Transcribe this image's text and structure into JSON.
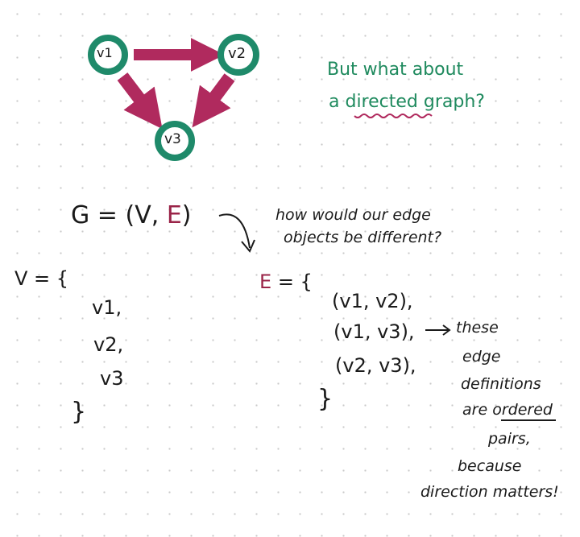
{
  "colors": {
    "node": "#1f8a6a",
    "edge": "#b02a5e",
    "question": "#1f8a5e",
    "edge_letter": "#9a2448"
  },
  "graph": {
    "nodes": [
      {
        "id": "v1",
        "label": "v1"
      },
      {
        "id": "v2",
        "label": "v2"
      },
      {
        "id": "v3",
        "label": "v3"
      }
    ],
    "edges": [
      {
        "from": "v1",
        "to": "v2"
      },
      {
        "from": "v1",
        "to": "v3"
      },
      {
        "from": "v2",
        "to": "v3"
      }
    ]
  },
  "question": {
    "line1": "But what about",
    "line2_a": "a",
    "line2_b": "directed",
    "line2_c": "graph?"
  },
  "definition": {
    "g": "G",
    "eq": "=",
    "open": "(",
    "v": "V",
    ",": ",",
    "comma": ",",
    "e": "E",
    "close": ")"
  },
  "aside": {
    "line1": "how would our edge",
    "line2": "objects be different?"
  },
  "vset": {
    "head": "V = {",
    "items": [
      "v1,",
      "v2,",
      "v3"
    ],
    "close": "}"
  },
  "eset": {
    "head_e": "E",
    "head_rest": "= {",
    "items": [
      "(v1, v2),",
      "(v1, v3),",
      "(v2, v3),"
    ],
    "close": "}"
  },
  "note": {
    "l1": "these",
    "l2": "edge",
    "l3": "definitions",
    "l4a": "are",
    "l4b": "ordered",
    "l5": "pairs,",
    "l6": "because",
    "l7": "direction matters!"
  }
}
